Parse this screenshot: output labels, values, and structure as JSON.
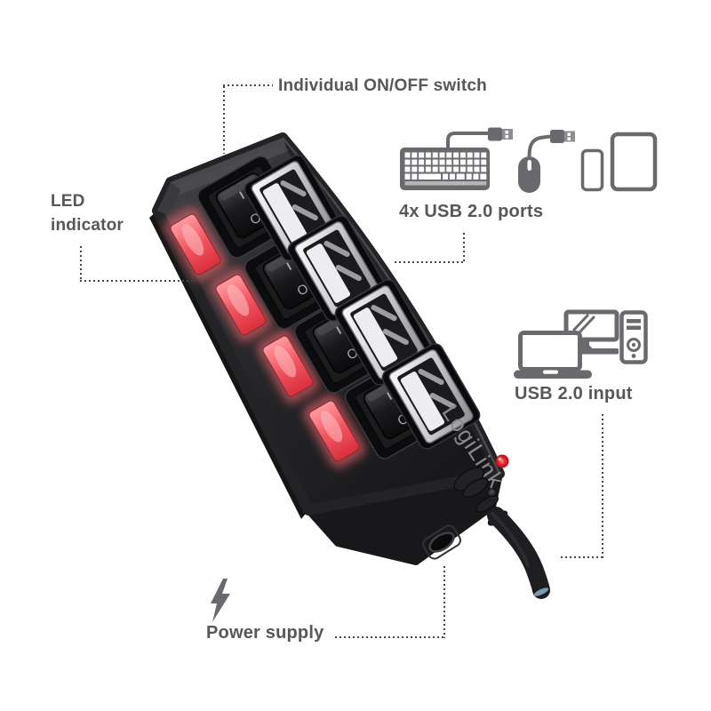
{
  "annotations": {
    "individual_switch": {
      "label": "Individual ON/OFF switch"
    },
    "led_indicator": {
      "line1": "LED",
      "line2": "indicator"
    },
    "usb_ports": {
      "label": "4x USB 2.0 ports"
    },
    "usb_input": {
      "label": "USB 2.0 input"
    },
    "power_supply": {
      "label": "Power supply"
    }
  },
  "device": {
    "brand": "LogiLink",
    "registered_mark": "®",
    "switch_on": "I",
    "switch_off": "O",
    "switch_count": 4,
    "port_count": 4,
    "led_count": 4
  },
  "icons": {
    "top_right": [
      "keyboard-icon",
      "usb-plug-icon",
      "mouse-icon",
      "smartphone-icon",
      "tablet-icon"
    ],
    "middle_right": [
      "laptop-icon",
      "monitor-icon",
      "desktop-tower-icon"
    ],
    "bottom_left": [
      "lightning-bolt-icon"
    ]
  },
  "colors": {
    "background": "#ffffff",
    "label_text": "#57575a",
    "icon_gray": "#6a6a6e",
    "leader_dots": "#47474b",
    "device_body": "#232326",
    "led_red": "#e8434c",
    "led_glow": "#ff8289",
    "power_led_red": "#d6121b",
    "usb_metal": "#d2d2d6"
  }
}
